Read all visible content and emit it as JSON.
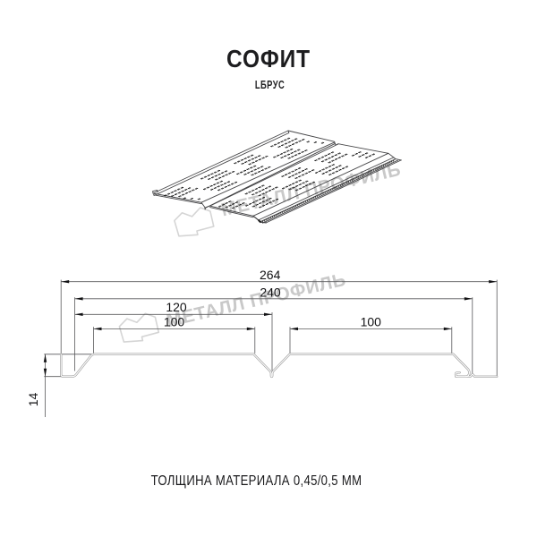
{
  "title": "СОФИТ",
  "subtitle": "LБРУС",
  "note": "ТОЛЩИНА МАТЕРИАЛА 0,45/0,5 ММ",
  "watermark": {
    "text": "МЕТАЛЛ ПРОФИЛЬ",
    "text_color": "#c9c9c9",
    "logo_color": "#d5d5d5"
  },
  "dimensions": {
    "overall_width": "264",
    "working_width": "240",
    "half_width": "120",
    "left_face": "100",
    "right_face": "100",
    "height": "14"
  },
  "colors": {
    "profile_line": "#9b9b9b",
    "dimension_line": "#58585a",
    "arrow_and_text": "#111113",
    "panel_outline": "#454547",
    "perforation": "#121212"
  }
}
